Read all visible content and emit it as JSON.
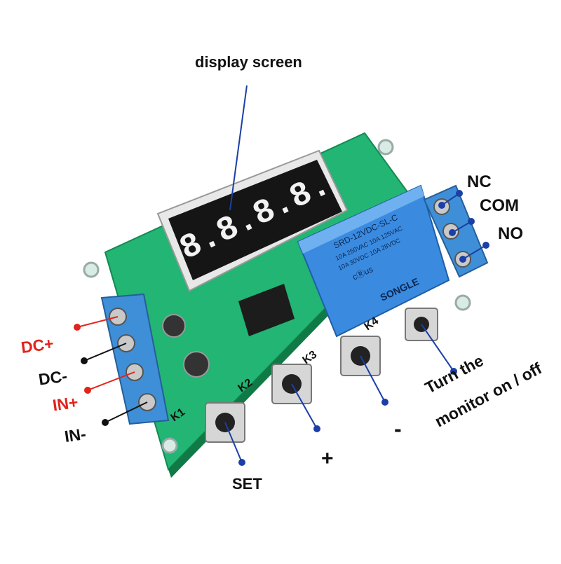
{
  "labels": {
    "display_screen": "display screen",
    "nc": "NC",
    "com": "COM",
    "no": "NO",
    "dc_plus": "DC+",
    "dc_minus": "DC-",
    "in_plus": "IN+",
    "in_minus": "IN-",
    "set": "SET",
    "plus": "+",
    "minus": "-",
    "turn_the": "Turn the",
    "monitor_on_off": "monitor on / off"
  },
  "board_text": {
    "k1": "K1",
    "k2": "K2",
    "k3": "K3",
    "k4": "K4",
    "relay_line1": "SRD-12VDC-SL-C",
    "relay_line2": "10A 250VAC  10A 125VAC",
    "relay_line3": "10A  30VDC  10A  28VDC",
    "relay_brand": "SONGLE",
    "relay_cert": "cⓇus"
  },
  "colors": {
    "pcb": "#22b573",
    "terminal": "#3f8fd8",
    "relay": "#3a8be0",
    "display": "#151515",
    "pointer_blue": "#1b3fa6",
    "pointer_red": "#e0241b",
    "pointer_black": "#111111"
  },
  "display": {
    "digits": "8.8.8.8."
  }
}
